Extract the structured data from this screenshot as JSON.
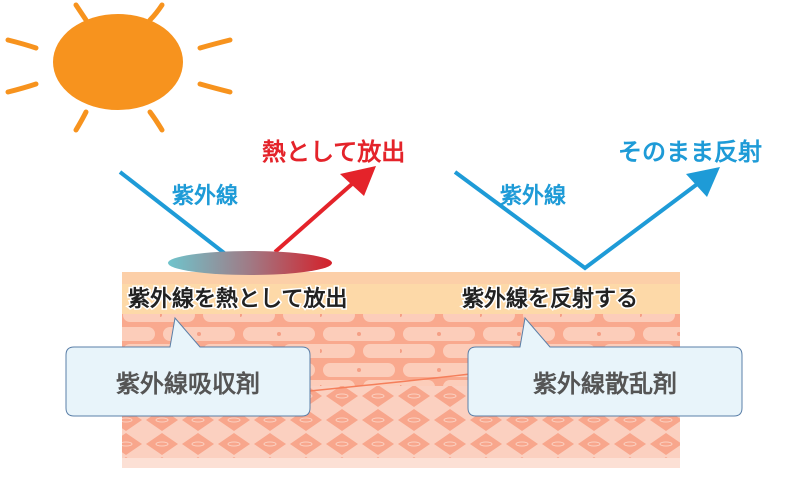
{
  "colors": {
    "sun": "#F7931E",
    "uv": "#1E9BD7",
    "heat": "#E4232A",
    "callout_fill": "#E8F4FA",
    "callout_stroke": "#5A7FA8",
    "callout_text": "#555555"
  },
  "labels": {
    "uv_left": "紫外線",
    "uv_right": "紫外線",
    "heat_release": "熱として放出",
    "reflect_as_is": "そのまま反射",
    "absorb_layer": "紫外線を熱として放出",
    "reflect_layer": "紫外線を反射する"
  },
  "callouts": {
    "absorber": "紫外線吸収剤",
    "scatterer": "紫外線散乱剤"
  }
}
